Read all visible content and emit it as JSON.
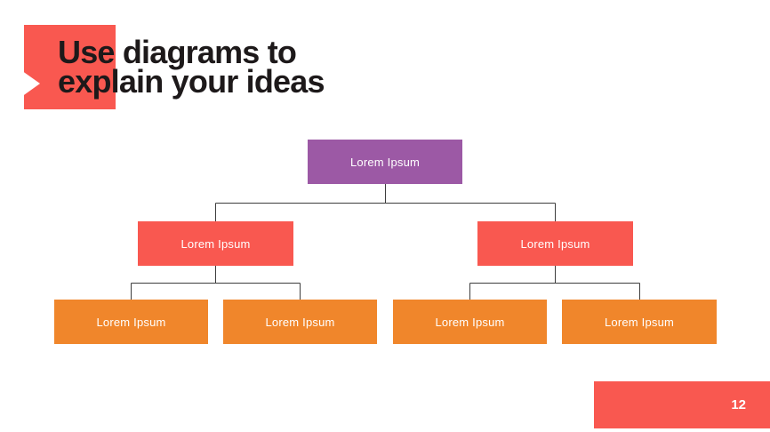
{
  "slide": {
    "title": {
      "line1": "Use diagrams to",
      "line2": "explain your ideas"
    },
    "page_number": "12"
  },
  "diagram": {
    "type": "org-chart-tree",
    "levels": 3,
    "root": {
      "label": "Lorem Ipsum",
      "color": "#9C59A5"
    },
    "level2": [
      {
        "label": "Lorem Ipsum",
        "color": "#F95850"
      },
      {
        "label": "Lorem Ipsum",
        "color": "#F95850"
      }
    ],
    "level3": [
      {
        "label": "Lorem Ipsum",
        "color": "#F0862B",
        "parent": 0
      },
      {
        "label": "Lorem Ipsum",
        "color": "#F0862B",
        "parent": 0
      },
      {
        "label": "Lorem Ipsum",
        "color": "#F0862B",
        "parent": 1
      },
      {
        "label": "Lorem Ipsum",
        "color": "#F0862B",
        "parent": 1
      }
    ]
  },
  "colors": {
    "accent-red": "#F95850",
    "accent-purple": "#9C59A5",
    "accent-orange": "#F0862B",
    "connector": "#3D3D3D",
    "title-text": "#1D191A",
    "node-text": "#FFFFFF",
    "background": "#FFFFFF"
  }
}
